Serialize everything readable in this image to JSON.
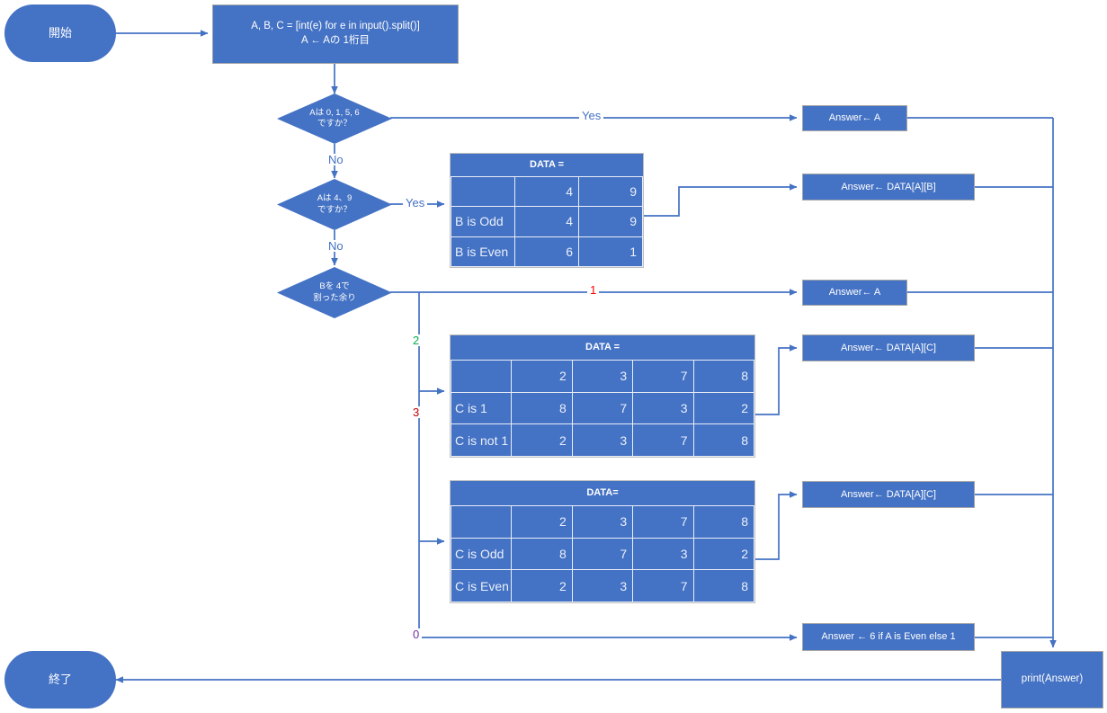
{
  "diagram": {
    "title": "ABC flowchart",
    "colors": {
      "node_fill": "#4472C4",
      "edge": "#4472C4",
      "label_yes": "#4472C4",
      "label_no": "#4472C4",
      "label_one": "#FF0000",
      "label_two": "#00B050",
      "label_three": "#C00000",
      "label_zero": "#7030A0"
    }
  },
  "nodes": {
    "start": "開始",
    "end": "終了",
    "process_init": "A, B, C = [int(e) for e in input().split()]\nA ← Aの 1桁目",
    "decision_1": "Aは 0, 1, 5, 6\nですか？",
    "decision_2": "Aは 4、9\nですか？",
    "decision_3": "Bを 4で\n割った余り",
    "answer_a_1": "Answer←  A",
    "answer_data_ab": "Answer←  DATA[A][B]",
    "answer_a_2": "Answer←  A",
    "answer_data_ac_1": "Answer←  DATA[A][C]",
    "answer_data_ac_2": "Answer←  DATA[A][C]",
    "answer_even_else": "Answer ← 6 if A is Even else 1",
    "print_answer": "print(Answer)"
  },
  "edge_labels": {
    "yes_1": "Yes",
    "no_1": "No",
    "yes_2": "Yes",
    "no_2": "No",
    "rem_1": "1",
    "rem_2": "2",
    "rem_3": "3",
    "rem_0": "0"
  },
  "tables": [
    {
      "id": "table-b",
      "header": "DATA =",
      "columns": [
        "",
        "c1",
        "c2"
      ],
      "rows": [
        {
          "label": "",
          "values": [
            "4",
            "9"
          ]
        },
        {
          "label": "B is Odd",
          "values": [
            "4",
            "9"
          ]
        },
        {
          "label": "B is Even",
          "values": [
            "6",
            "1"
          ]
        }
      ]
    },
    {
      "id": "table-c-1",
      "header": "DATA =",
      "columns": [
        "",
        "c1",
        "c2",
        "c3",
        "c4"
      ],
      "rows": [
        {
          "label": "",
          "values": [
            "2",
            "3",
            "7",
            "8"
          ]
        },
        {
          "label": "C is 1",
          "values": [
            "8",
            "7",
            "3",
            "2"
          ]
        },
        {
          "label": "C is not 1",
          "values": [
            "2",
            "3",
            "7",
            "8"
          ]
        }
      ]
    },
    {
      "id": "table-c-2",
      "header": "DATA=",
      "columns": [
        "",
        "c1",
        "c2",
        "c3",
        "c4"
      ],
      "rows": [
        {
          "label": "",
          "values": [
            "2",
            "3",
            "7",
            "8"
          ]
        },
        {
          "label": "C is Odd",
          "values": [
            "8",
            "7",
            "3",
            "2"
          ]
        },
        {
          "label": "C is Even",
          "values": [
            "2",
            "3",
            "7",
            "8"
          ]
        }
      ]
    }
  ]
}
